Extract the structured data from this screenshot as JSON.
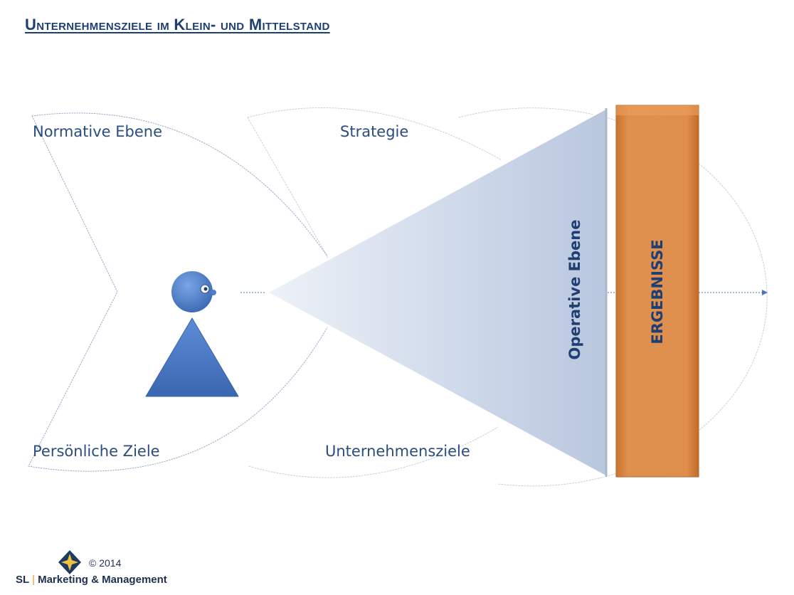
{
  "title": "Unternehmensziele im Klein- und Mittelstand",
  "labels": {
    "normative": "Normative Ebene",
    "strategie": "Strategie",
    "persoenliche": "Persönliche Ziele",
    "unternehmensziele": "Unternehmensziele",
    "operative": "Operative Ebene",
    "ergebnisse": "ERGEBNISSE"
  },
  "footer": {
    "copyright": "© 2014",
    "brand_left": "SL",
    "brand_separator": "|",
    "brand_right": "Marketing & Management"
  },
  "colors": {
    "title": "#1f3f73",
    "label": "#2a4d7e",
    "triangle_fill": "#c7d3e6",
    "results_bar": "#d9884a",
    "person": "#4f7fc9",
    "logo": "#1f3a63",
    "logo_star": "#f0c43a"
  },
  "icons": {
    "person": "person-figure-icon",
    "logo": "diamond-star-logo-icon",
    "arrow": "arrow-right-icon"
  }
}
